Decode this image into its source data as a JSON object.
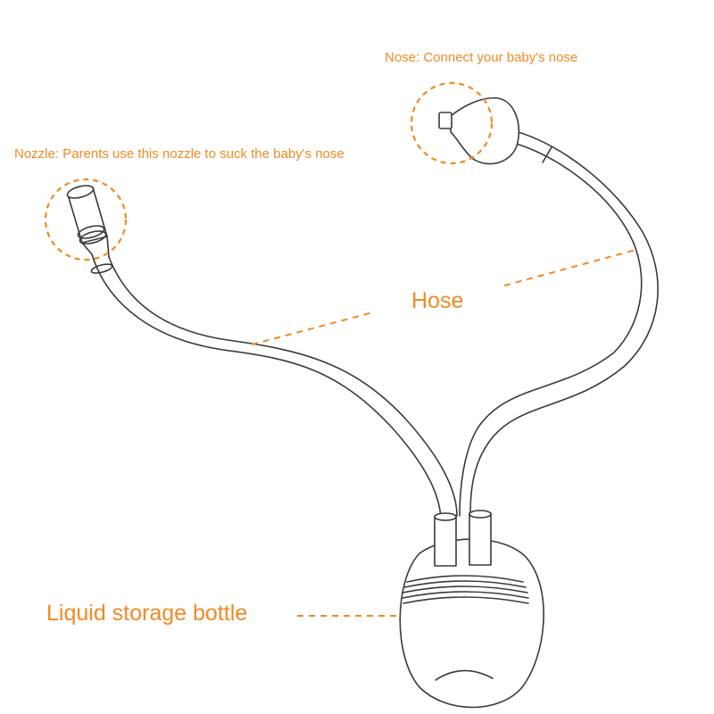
{
  "labels": {
    "nose": "Nose: Connect your baby's nose",
    "nozzle": "Nozzle: Parents use this nozzle to suck the baby's nose",
    "hose": "Hose",
    "bottle": "Liquid storage bottle"
  },
  "colors": {
    "accent": "#f08a24",
    "line": "#3a3a3a",
    "background": "#ffffff"
  }
}
